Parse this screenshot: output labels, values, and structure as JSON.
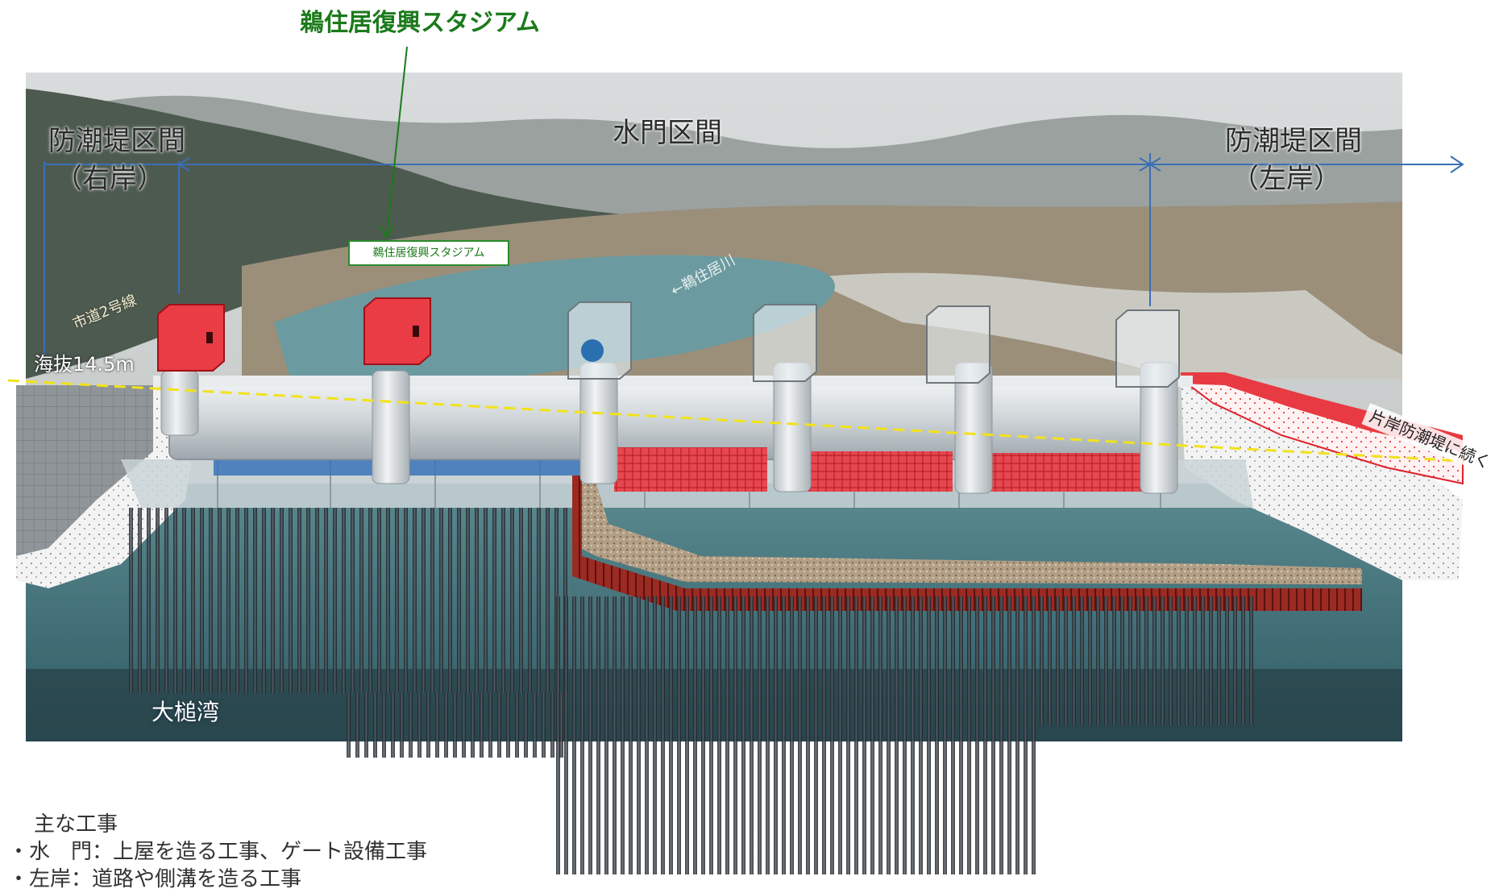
{
  "labels": {
    "stadium_callout": "鵜住居復興スタジアム",
    "stadium_box": "鵜住居復興スタジアム",
    "section_right": "防潮堤区間",
    "section_right_sub": "（右岸）",
    "section_gate": "水門区間",
    "section_left": "防潮堤区間",
    "section_left_sub": "（左岸）",
    "road": "市道2号線",
    "altitude": "海抜14.5m",
    "river": "←鵜住居川",
    "bay": "大槌湾",
    "continue": "片岸防潮堤に続く"
  },
  "notes": {
    "heading": "主な工事",
    "item1": "・水　門：上屋を造る工事、ゲート設備工事",
    "item2": "・左岸：道路や側溝を造る工事"
  },
  "colors": {
    "green_callout": "#1b7a1b",
    "dimension_line": "#3a6fb5",
    "red_highlight": "#e0202a",
    "altitude_line": "#f2e21a",
    "water": "#3d6e78"
  },
  "icons": {
    "arrow": "right-arrow-icon"
  }
}
